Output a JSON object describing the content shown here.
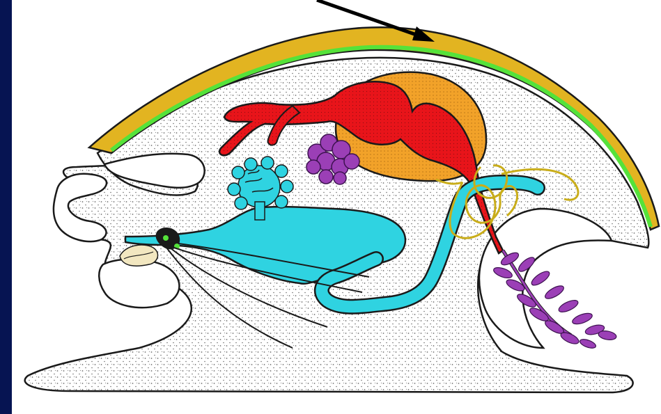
{
  "colors": {
    "background": "#0b1a5c",
    "panel": "#ffffff",
    "shell": "#e2b421",
    "mantle_edge": "#55e23a",
    "body_stipple": "#6d6d6d",
    "outline": "#1a1a1a",
    "red_organ": "#e8141a",
    "orange_gland": "#f2a229",
    "purple_organ": "#9b3fb6",
    "cyan_organ": "#2fd3e1",
    "olive_coil": "#c9ad1a",
    "pointer_arrow": "#000000"
  },
  "parts": [
    {
      "name": "shell",
      "color": "shell"
    },
    {
      "name": "mantle-edge",
      "color": "mantle_edge"
    },
    {
      "name": "body",
      "color": "body_stipple"
    },
    {
      "name": "red-organ",
      "color": "red_organ"
    },
    {
      "name": "orange-gland",
      "color": "orange_gland"
    },
    {
      "name": "purple-cluster",
      "color": "purple_organ"
    },
    {
      "name": "cyan-organ",
      "color": "cyan_organ"
    },
    {
      "name": "coiled-tubule",
      "color": "olive_coil"
    },
    {
      "name": "gill",
      "color": "purple_organ"
    }
  ]
}
